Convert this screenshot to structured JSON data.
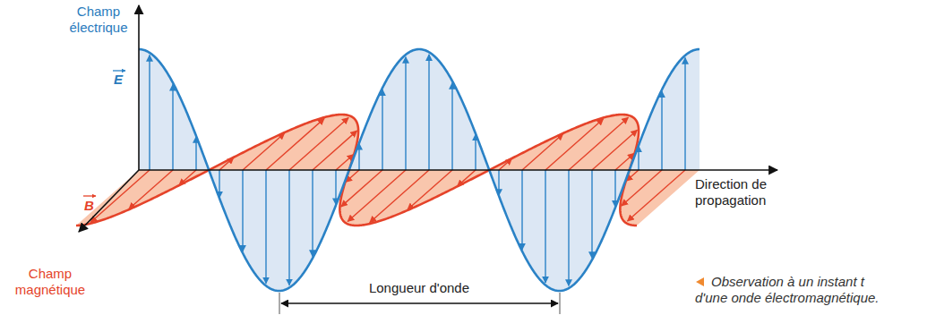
{
  "diagram": {
    "caption": "Observation à un instant t d'une onde électromagnétique.",
    "labels": [
      "Champ électrique",
      "E",
      "B",
      "Champ magnétique",
      "Direction de propagation",
      "Longueur d'onde"
    ]
  }
}
